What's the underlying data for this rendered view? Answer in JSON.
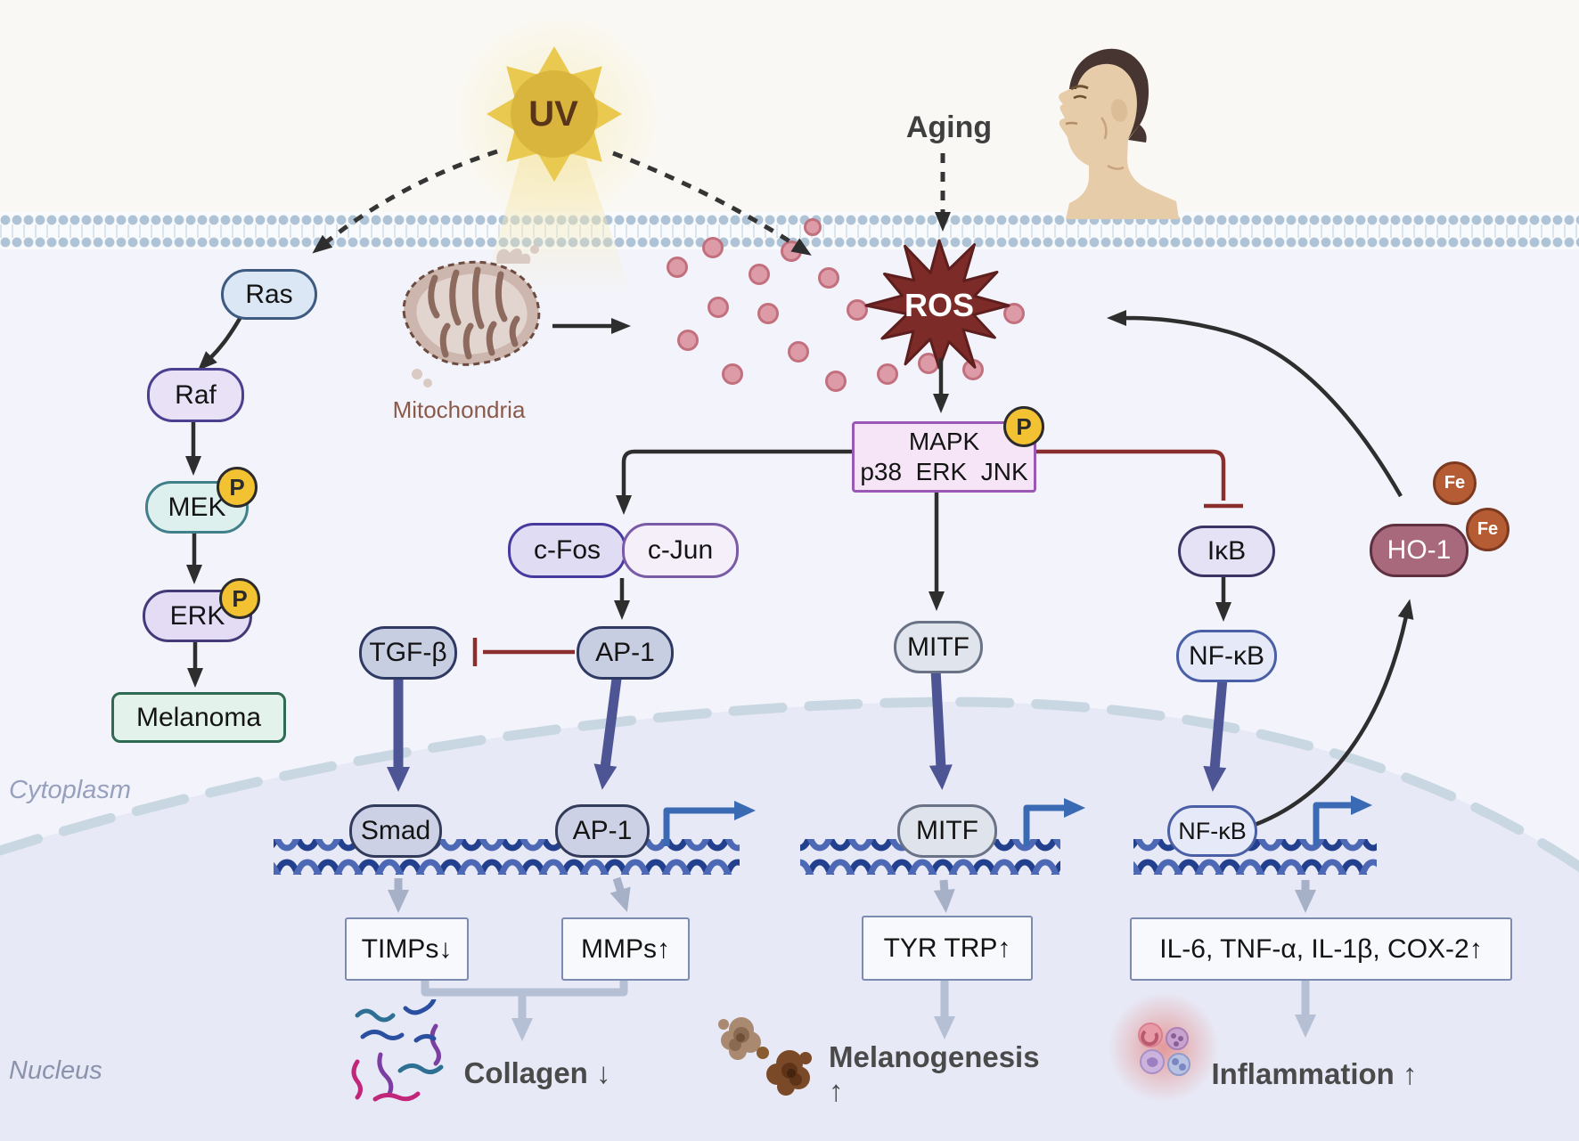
{
  "labels": {
    "uv": "UV",
    "aging": "Aging",
    "mitochondria": "Mitochondria",
    "ros": "ROS",
    "cytoplasm": "Cytoplasm",
    "nucleus": "Nucleus"
  },
  "nodes": {
    "ras": "Ras",
    "raf": "Raf",
    "mek": "MEK",
    "erk": "ERK",
    "melanoma": "Melanoma",
    "phospho": "P",
    "mapk_title": "MAPK",
    "mapk_members": "p38  ERK  JNK",
    "cfos": "c-Fos",
    "cjun": "c-Jun",
    "ap1": "AP-1",
    "tgfb": "TGF-β",
    "mitf": "MITF",
    "ikb": "IκB",
    "nfkb": "NF-κB",
    "ho1": "HO-1",
    "fe": "Fe",
    "smad": "Smad"
  },
  "gene_outputs": {
    "timps": "TIMPs↓",
    "mmps": "MMPs↑",
    "tyr_trp": "TYR TRP↑",
    "cytokines": "IL-6, TNF-α, IL-1β, COX-2↑"
  },
  "effects": {
    "collagen": "Collagen ↓",
    "melanogenesis": "Melanogenesis ↑",
    "inflammation": "Inflammation ↑"
  },
  "colors": {
    "ros_star": "#7d2b28",
    "inhibition_red": "#8b2e2e",
    "phospho_yellow": "#f2c233",
    "ho1_fill": "#a9697d",
    "fe_fill": "#b65c35",
    "dna_blue": "#23408f",
    "promoter_blue": "#3b6ab5",
    "nucleus_fill": "#e7e9f6",
    "cytoplasm_fill": "#f3f4fb",
    "membrane_dot": "#afc3d6"
  }
}
